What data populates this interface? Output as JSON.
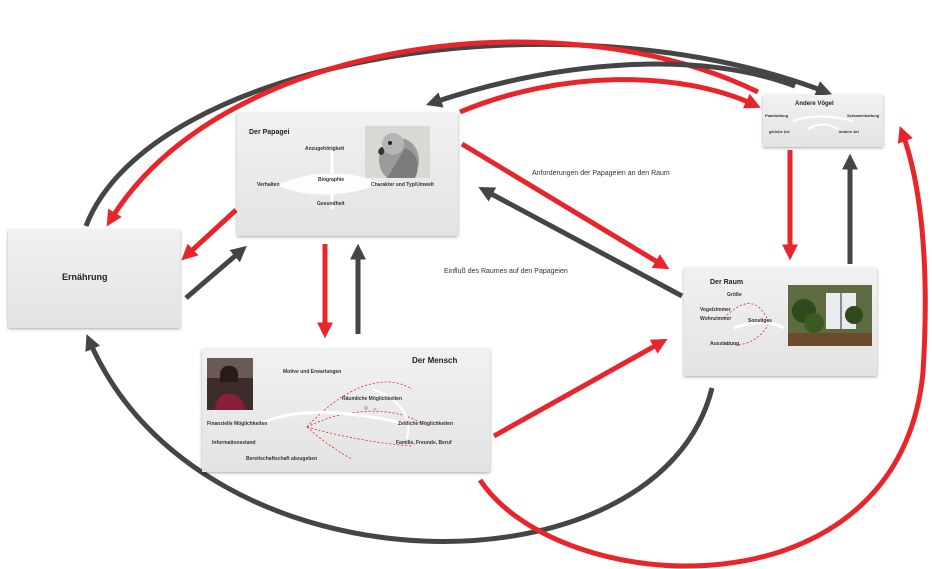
{
  "colors": {
    "red": "#e8252a",
    "dark": "#454545"
  },
  "edge_labels": {
    "requirements": "Anforderungen der Papageien an den Raum",
    "influence": "Einfluß des Raumes auf den Papageien"
  },
  "nodes": {
    "ernaehrung": {
      "title": "Ernährung"
    },
    "papagei": {
      "title": "Der Papagei",
      "labels": {
        "anschaffung": "Anzugehörigkeit",
        "biographie": "Biographie",
        "verhalten": "Verhalten",
        "gesundheit": "Gesundheit",
        "charakter": "Charakter und Typ/Umwelt"
      },
      "photo_icon": "parrot-photo"
    },
    "mensch": {
      "title": "Der Mensch",
      "labels": {
        "motive": "Motive und Erwartungen",
        "raeumliche": "Räumliche Möglichkeiten",
        "finanzielle": "Finanzielle Möglichkeiten",
        "zeitliche": "Zeitliche Möglichkeiten",
        "informationsstand": "Informationsstand",
        "familie": "Familie, Freunde, Beruf",
        "bereitschaft": "Bereitschaftschaft abzugeben"
      },
      "photo_icon": "person-photo"
    },
    "raum": {
      "title": "Der Raum",
      "labels": {
        "groesse": "Größe",
        "vogelzimmer": "Vogelzimmer",
        "wohnzimmer": "Wohnzimmer",
        "sonstiges": "Sonstiges",
        "ausstattung": "Ausstattung"
      },
      "photo_icon": "room-photo"
    },
    "voegel": {
      "title": "Andere Vögel",
      "labels": {
        "paarhaltung": "Paarhaltung",
        "schwarmhaltung": "Schwarmhaltung",
        "gleiche_art": "gleiche Art",
        "andere_art": "andere Art"
      }
    }
  }
}
